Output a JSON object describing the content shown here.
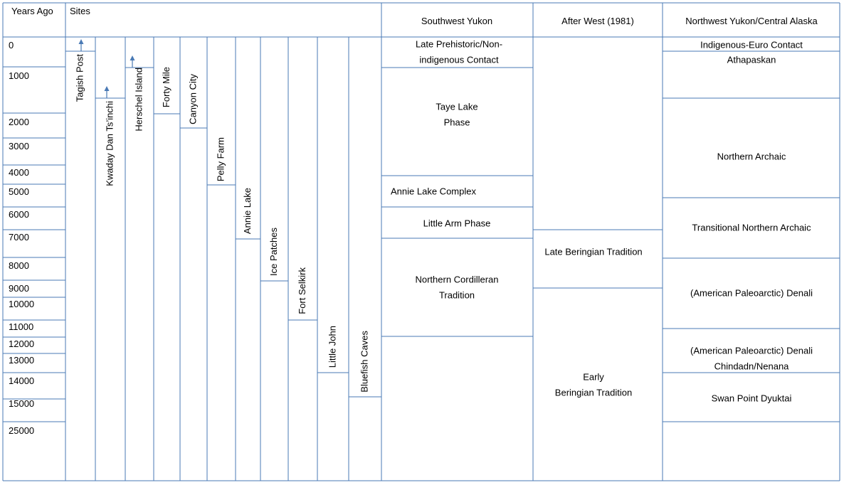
{
  "headers": {
    "years": "Years Ago",
    "sites": "Sites",
    "southwest": "Southwest Yukon",
    "after_west": "After West (1981)",
    "northwest": "Northwest Yukon/Central Alaska"
  },
  "years": [
    "0",
    "1000",
    "2000",
    "3000",
    "4000",
    "5000",
    "6000",
    "7000",
    "8000",
    "9000",
    "10000",
    "11000",
    "12000",
    "13000",
    "14000",
    "15000",
    "25000"
  ],
  "sites": [
    {
      "name": "Tagish Post",
      "arrow": true
    },
    {
      "name": "Kwaday Dan Ts’inchi",
      "arrow": true
    },
    {
      "name": "Herschel Island",
      "arrow": true
    },
    {
      "name": "Forty Mile",
      "arrow": false
    },
    {
      "name": "Canyon City",
      "arrow": false
    },
    {
      "name": "Pelly Farm",
      "arrow": false
    },
    {
      "name": "Annie Lake",
      "arrow": false
    },
    {
      "name": "Ice Patches",
      "arrow": false
    },
    {
      "name": "Fort Selkirk",
      "arrow": false
    },
    {
      "name": "Little John",
      "arrow": false
    },
    {
      "name": "Bluefish Caves",
      "arrow": false
    }
  ],
  "southwest_yukon": [
    {
      "lines": [
        "Late Prehistoric/Non-",
        "indigenous Contact"
      ]
    },
    {
      "lines": [
        "Taye Lake",
        "Phase"
      ]
    },
    {
      "lines": [
        "Annie Lake Complex"
      ]
    },
    {
      "lines": [
        "Little Arm Phase"
      ]
    },
    {
      "lines": [
        "Northern Cordilleran",
        "Tradition"
      ]
    },
    {
      "lines": []
    }
  ],
  "after_west": [
    {
      "lines": []
    },
    {
      "lines": [
        "Late Beringian Tradition"
      ]
    },
    {
      "lines": [
        "Early",
        "Beringian Tradition"
      ]
    }
  ],
  "northwest": [
    {
      "lines": [
        "Indigenous-Euro Contact"
      ]
    },
    {
      "lines": [
        "Athapaskan"
      ]
    },
    {
      "lines": [
        "Northern Archaic"
      ]
    },
    {
      "lines": [
        "Transitional Northern Archaic"
      ]
    },
    {
      "lines": [
        "(American Paleoarctic) Denali"
      ]
    },
    {
      "lines": [
        "(American Paleoarctic) Denali",
        "Chindadn/Nenana"
      ]
    },
    {
      "lines": [
        "Swan Point Dyuktai"
      ]
    },
    {
      "lines": []
    }
  ],
  "colors": {
    "line": "#4a7ab5",
    "text": "#000000",
    "background": "#ffffff"
  }
}
